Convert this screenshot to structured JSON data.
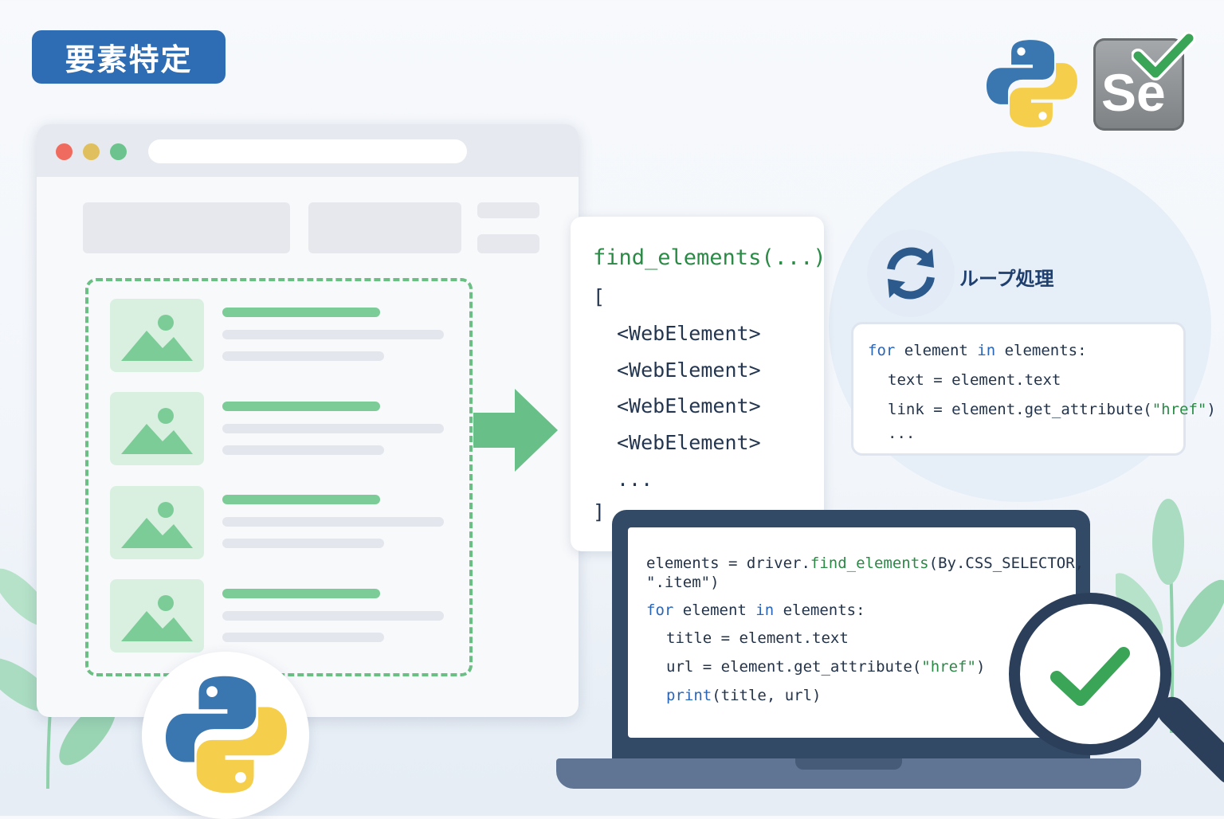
{
  "badge": {
    "title": "要素特定"
  },
  "list_card": {
    "call": "find_elements(...)",
    "open_bracket": "[",
    "items": [
      "<WebElement>",
      "<WebElement>",
      "<WebElement>",
      "<WebElement>"
    ],
    "ellipsis": "...",
    "close_bracket": "]"
  },
  "loop": {
    "label": "ループ処理",
    "line1_kw1": "for",
    "line1_a": " element ",
    "line1_kw2": "in",
    "line1_b": " elements:",
    "line2": "text = element.text",
    "line3_a": "link = element.get_attribute(",
    "line3_str": "\"href\"",
    "line3_b": ")",
    "line4": "..."
  },
  "laptop_code": {
    "l1_a": "elements = driver.",
    "l1_fn": "find_elements",
    "l1_b": "(By.CSS_SELECTOR,",
    "l2": "\".item\")",
    "l3_kw1": "for",
    "l3_a": " element ",
    "l3_kw2": "in",
    "l3_b": " elements:",
    "l4": "title = element.text",
    "l5_a": "url = element.get_attribute(",
    "l5_str": "\"href\"",
    "l5_b": ")",
    "l6_fn": "print",
    "l6_b": "(title, url)"
  },
  "logos": {
    "selenium": "Se"
  },
  "icons": [
    "python-logo-icon",
    "selenium-logo-icon",
    "checkmark-icon",
    "refresh-loop-icon",
    "arrow-right-icon",
    "image-placeholder-icon",
    "magnifier-icon",
    "leaf-plant-icon"
  ],
  "colors": {
    "accent_blue": "#2e6db4",
    "accent_green": "#6bbf85",
    "code_green": "#2a8a46",
    "keyword_blue": "#2a66b8",
    "dark_navy": "#2b3f5a"
  }
}
